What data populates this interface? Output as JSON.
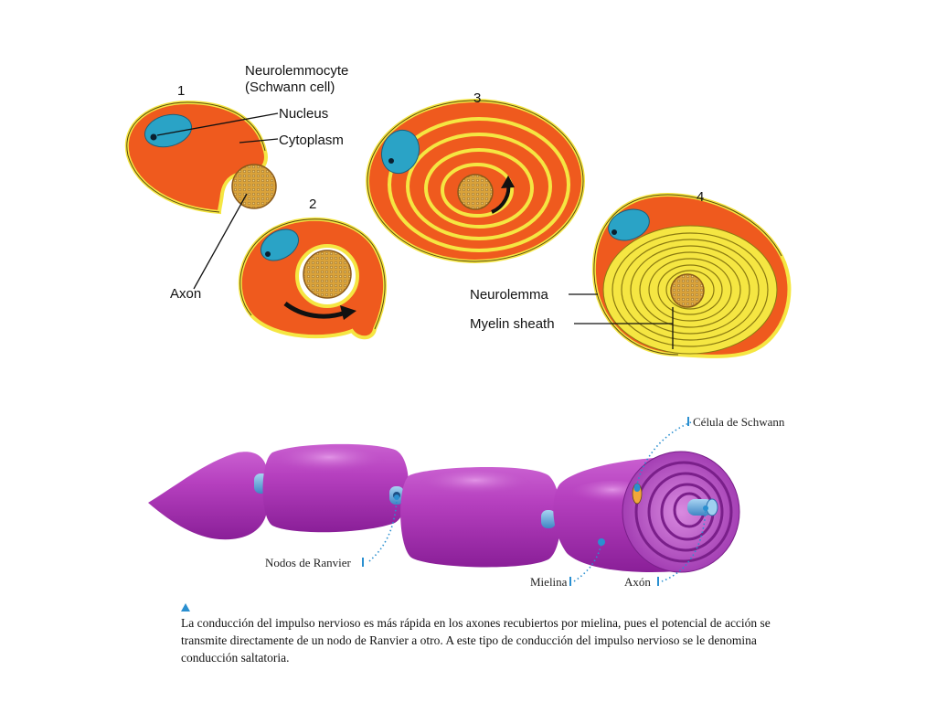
{
  "top_diagram": {
    "stages": [
      "1",
      "2",
      "3",
      "4"
    ],
    "labels": {
      "cell_title_line1": "Neurolemmocyte",
      "cell_title_line2": "(Schwann cell)",
      "nucleus": "Nucleus",
      "cytoplasm": "Cytoplasm",
      "axon": "Axon",
      "neurolemma": "Neurolemma",
      "myelin_sheath": "Myelin sheath"
    }
  },
  "bottom_diagram": {
    "labels": {
      "schwann_cell": "Célula de Schwann",
      "nodes_of_ranvier": "Nodos de Ranvier",
      "myelin": "Mielina",
      "axon": "Axón"
    }
  },
  "caption": {
    "text": "La conducción del impulso nervioso es más rápida en los axones recubiertos por mielina, pues el potencial de acción se transmite directamente de un nodo de Ranvier a otro. A este tipo de conducción del impulso nervioso se le denomina conducción saltatoria."
  },
  "colors": {
    "cytoplasm": "#ef5a1e",
    "membrane": "#f5e642",
    "nucleus": "#2aa3c6",
    "axon": "#d9a23a",
    "myelin_purple": "#a233b0",
    "node_blue": "#5aa9e0",
    "leader_blue": "#2a8fd0"
  }
}
